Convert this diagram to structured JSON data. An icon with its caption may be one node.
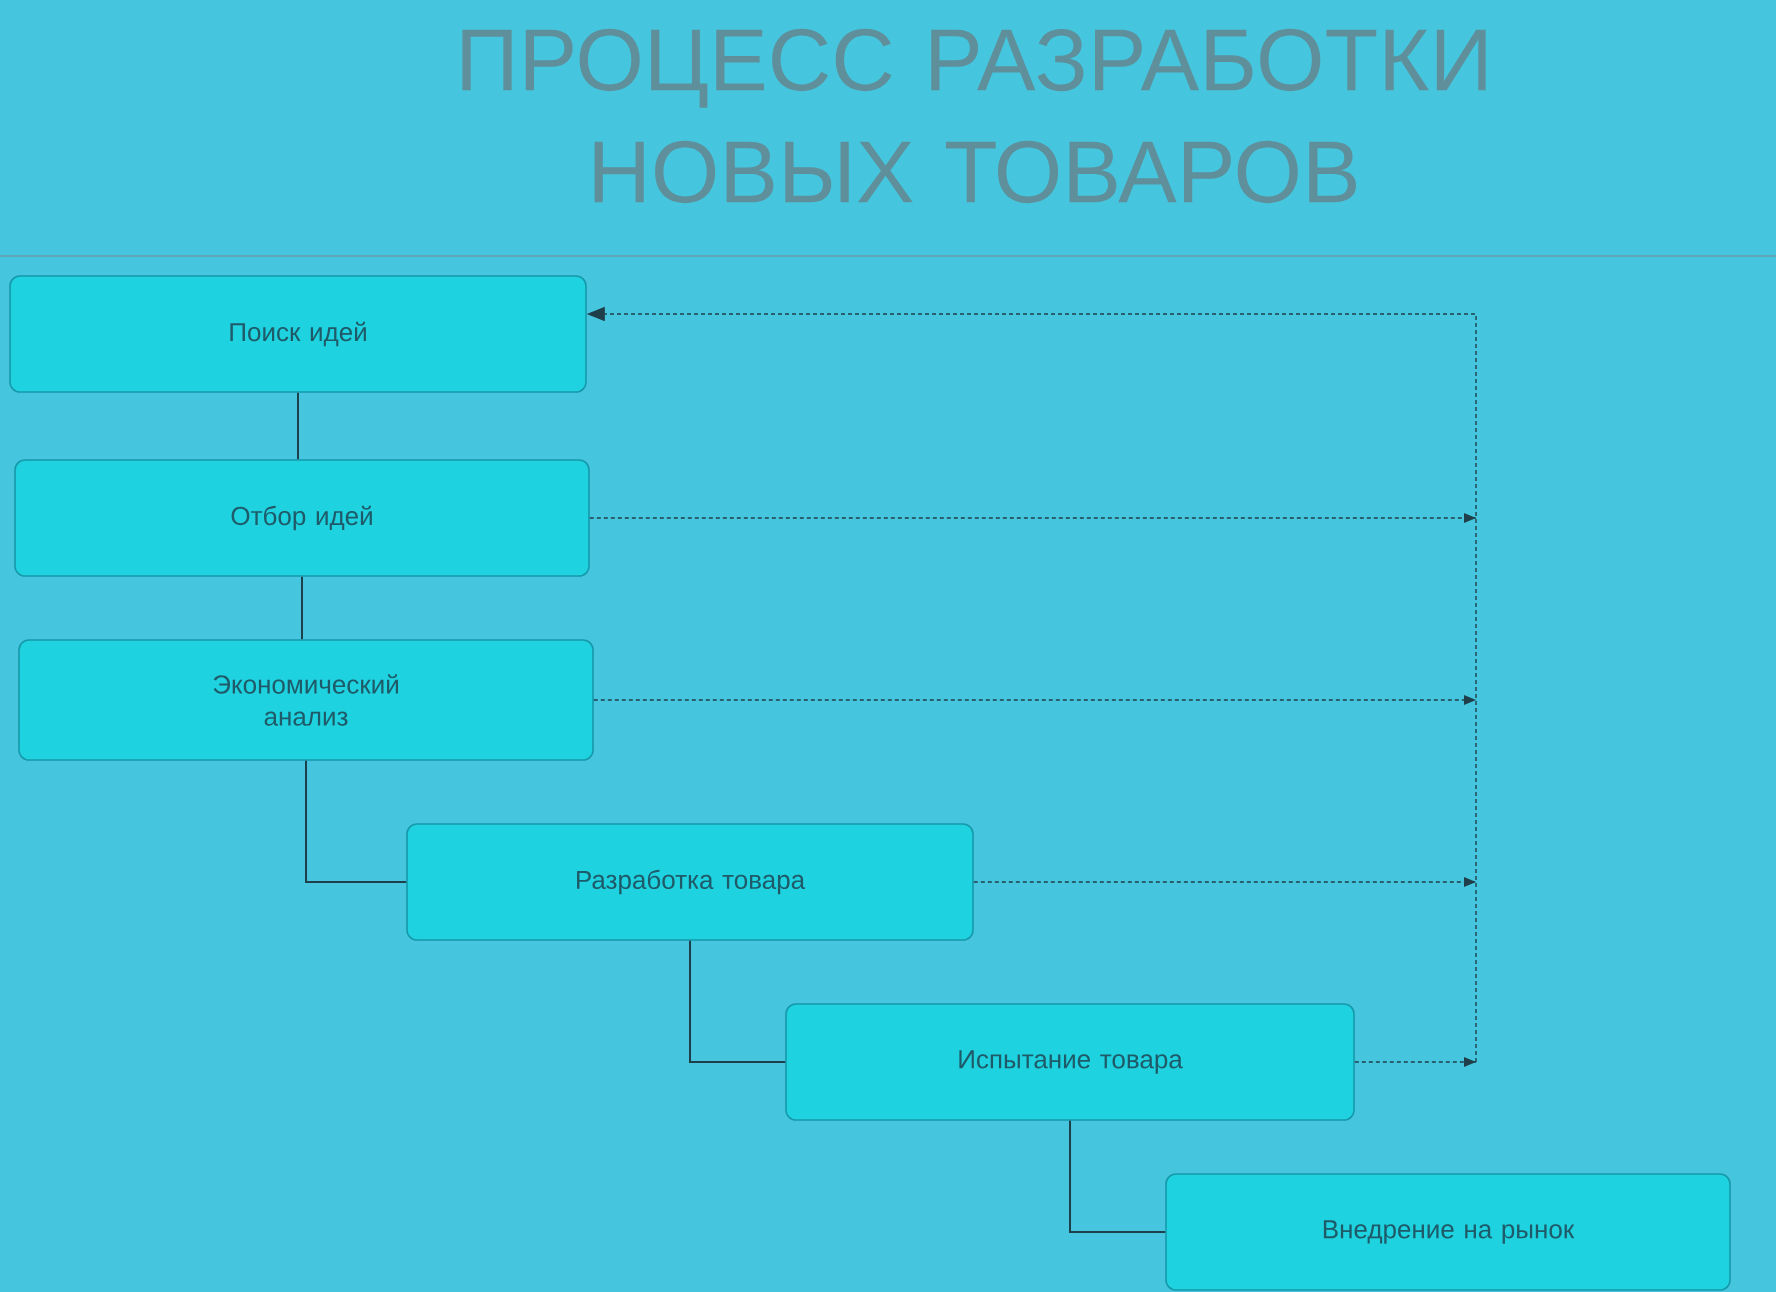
{
  "diagram": {
    "title": "ПРОЦЕСС РАЗРАБОТКИ НОВЫХ ТОВАРОВ",
    "nodes": [
      {
        "text": [
          "Поиск идей"
        ]
      },
      {
        "text": [
          "Отбор идей"
        ]
      },
      {
        "text": [
          "Экономический анализ"
        ]
      },
      {
        "text": [
          "Разработка товара"
        ]
      },
      {
        "text": [
          "Испытание товара"
        ]
      },
      {
        "text": [
          "Внедрение на рынок"
        ]
      }
    ],
    "edges": [
      {
        "from": 0,
        "to": 1,
        "arrow": "none"
      },
      {
        "from": 1,
        "to": 2,
        "arrow": "none"
      },
      {
        "from": 2,
        "to": 3,
        "arrow": "none"
      },
      {
        "from": 3,
        "to": 4,
        "arrow": "none"
      },
      {
        "from": 4,
        "to": 5,
        "arrow": "none"
      },
      {
        "from": 1,
        "to": 0,
        "arrow": "to",
        "style": "dashed"
      },
      {
        "from": 2,
        "to": 0,
        "arrow": "to",
        "style": "dashed"
      },
      {
        "from": 3,
        "to": 0,
        "arrow": "to",
        "style": "dashed"
      },
      {
        "from": 4,
        "to": 0,
        "arrow": "to",
        "style": "dashed"
      }
    ]
  }
}
